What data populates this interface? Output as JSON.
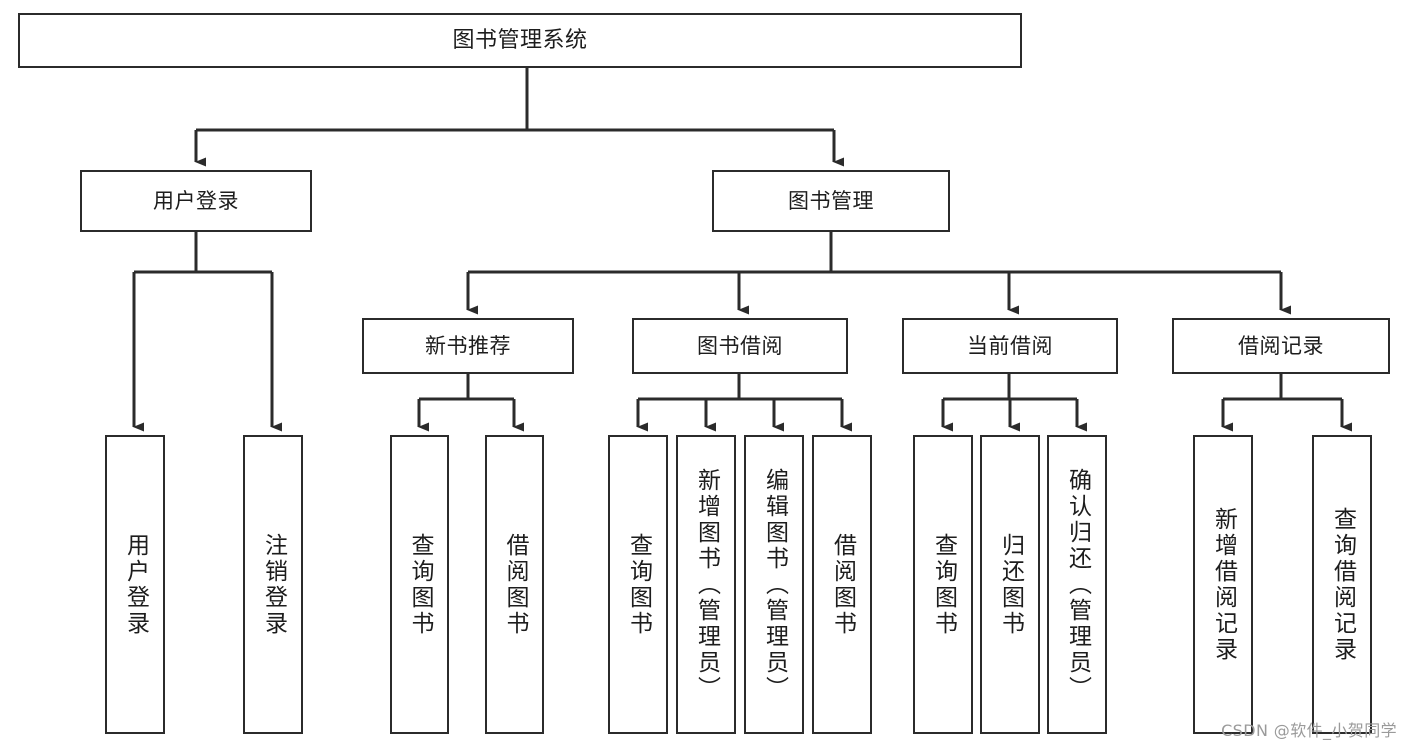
{
  "diagram": {
    "title": "图书管理系统",
    "type": "tree-hierarchy",
    "orientation": "top-down",
    "colors": {
      "box_border": "#2b2b2b",
      "box_fill": "#ffffff",
      "edge": "#2b2b2b",
      "text": "#1d1d1d",
      "watermark": "#9a9a9a"
    },
    "root": {
      "label": "图书管理系统"
    },
    "level2": [
      {
        "id": "user-login",
        "label": "用户登录"
      },
      {
        "id": "book-manage",
        "label": "图书管理"
      }
    ],
    "level3": [
      {
        "id": "new-book-rec",
        "label": "新书推荐"
      },
      {
        "id": "book-borrow",
        "label": "图书借阅"
      },
      {
        "id": "current-borrow",
        "label": "当前借阅"
      },
      {
        "id": "borrow-record",
        "label": "借阅记录"
      }
    ],
    "leaves": {
      "user_login": [
        {
          "id": "leaf-user-login",
          "label": "用户登录"
        },
        {
          "id": "leaf-logout-login",
          "label": "注销登录"
        }
      ],
      "new_book_rec": [
        {
          "id": "leaf-query-book-1",
          "label": "查询图书"
        },
        {
          "id": "leaf-borrow-book-1",
          "label": "借阅图书"
        }
      ],
      "book_borrow": [
        {
          "id": "leaf-query-book-2",
          "label": "查询图书"
        },
        {
          "id": "leaf-add-book",
          "label": "新增图书（管理员）"
        },
        {
          "id": "leaf-edit-book",
          "label": "编辑图书（管理员）"
        },
        {
          "id": "leaf-borrow-book-2",
          "label": "借阅图书"
        }
      ],
      "current_borrow": [
        {
          "id": "leaf-query-book-3",
          "label": "查询图书"
        },
        {
          "id": "leaf-return-book",
          "label": "归还图书"
        },
        {
          "id": "leaf-confirm-return",
          "label": "确认归还（管理员）"
        }
      ],
      "borrow_record": [
        {
          "id": "leaf-add-record",
          "label": "新增借阅记录"
        },
        {
          "id": "leaf-query-record",
          "label": "查询借阅记录"
        }
      ]
    }
  },
  "watermark": {
    "text": "CSDN @软件_小贺同学"
  }
}
